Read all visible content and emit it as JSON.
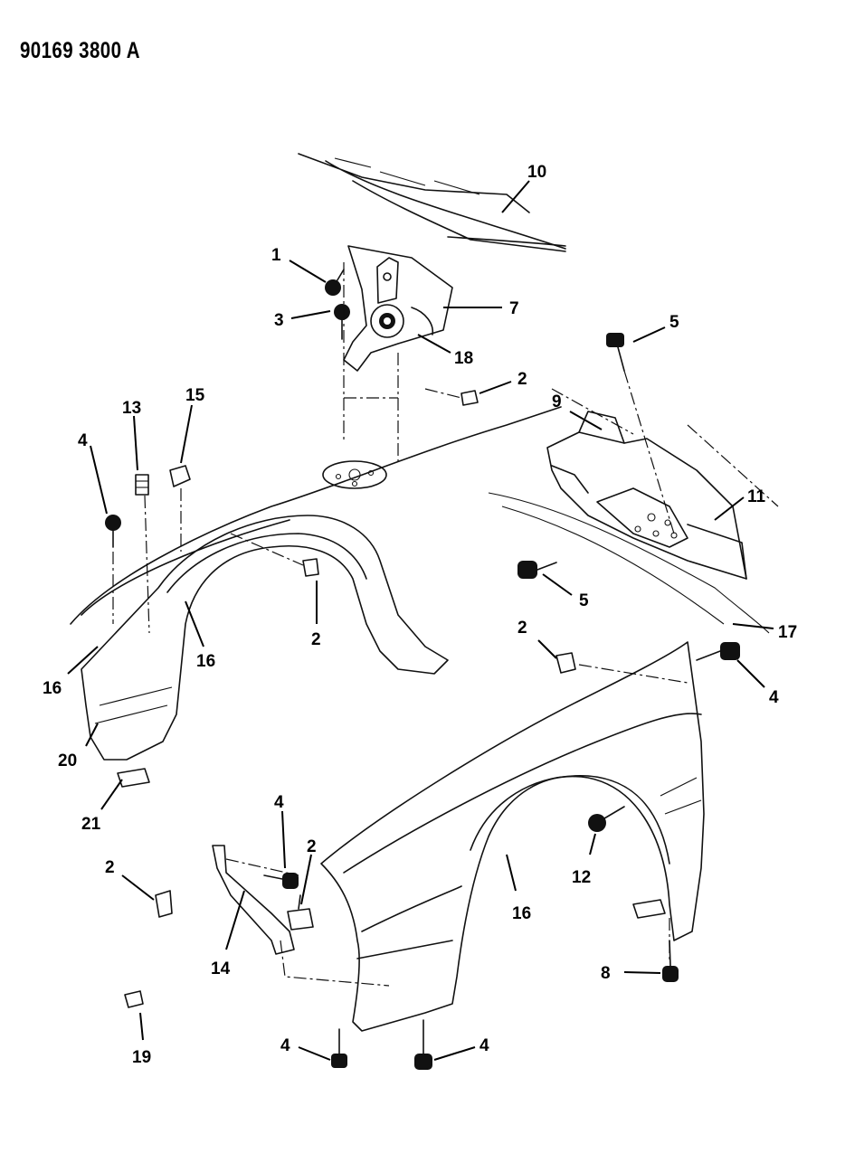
{
  "document": {
    "id": "90169 3800 A"
  },
  "callouts": {
    "c1": "1",
    "c2a": "2",
    "c2b": "2",
    "c2c": "2",
    "c2d": "2",
    "c2e": "2",
    "c3": "3",
    "c4a": "4",
    "c4b": "4",
    "c4c": "4",
    "c4d": "4",
    "c4e": "4",
    "c5a": "5",
    "c5b": "5",
    "c7": "7",
    "c8": "8",
    "c9": "9",
    "c10": "10",
    "c11": "11",
    "c12": "12",
    "c13": "13",
    "c14": "14",
    "c15": "15",
    "c16a": "16",
    "c16b": "16",
    "c16c": "16",
    "c17": "17",
    "c18": "18",
    "c19": "19",
    "c20": "20",
    "c21": "21"
  }
}
